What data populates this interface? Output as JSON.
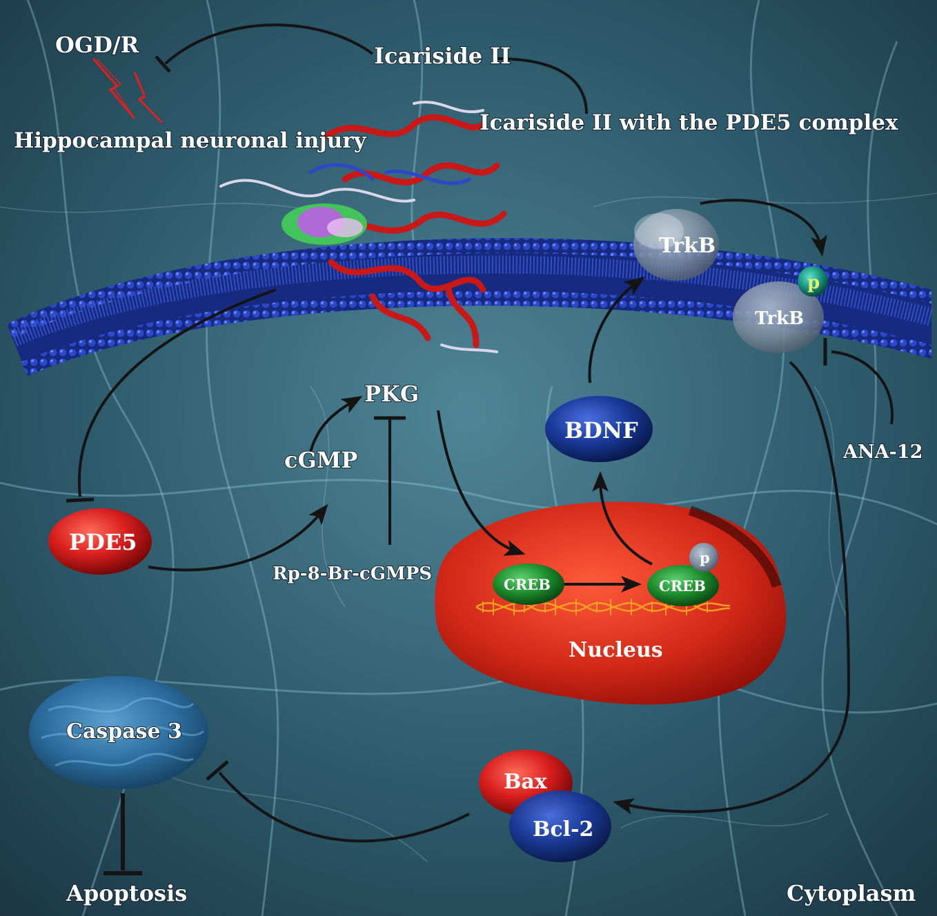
{
  "labels": {
    "ogdr": "OGD/R",
    "icariside": "Icariside II",
    "complex": "Icariside II with the PDE5 complex",
    "injury": "Hippocampal neuronal injury",
    "trkb_top": "TrkB",
    "trkb_bottom": "TrkB",
    "p_trkb": "p",
    "pkg": "PKG",
    "cgmp": "cGMP",
    "pde5": "PDE5",
    "inhibitor": "Rp-8-Br-cGMPS",
    "bdnf": "BDNF",
    "ana12": "ANA-12",
    "creb_left": "CREB",
    "creb_right": "CREB",
    "p_creb": "p",
    "nucleus": "Nucleus",
    "caspase": "Caspase 3",
    "bax": "Bax",
    "bcl2": "Bcl-2",
    "apoptosis": "Apoptosis",
    "cytoplasm": "Cytoplasm"
  },
  "colors": {
    "membrane": "#2440b8",
    "pde5": "#d81e1e",
    "nucleus": "#d22818",
    "creb": "#1f8f2e",
    "bdnf": "#1a3a9a",
    "trkb": "#7d8ea0",
    "arrow": "#141414"
  }
}
